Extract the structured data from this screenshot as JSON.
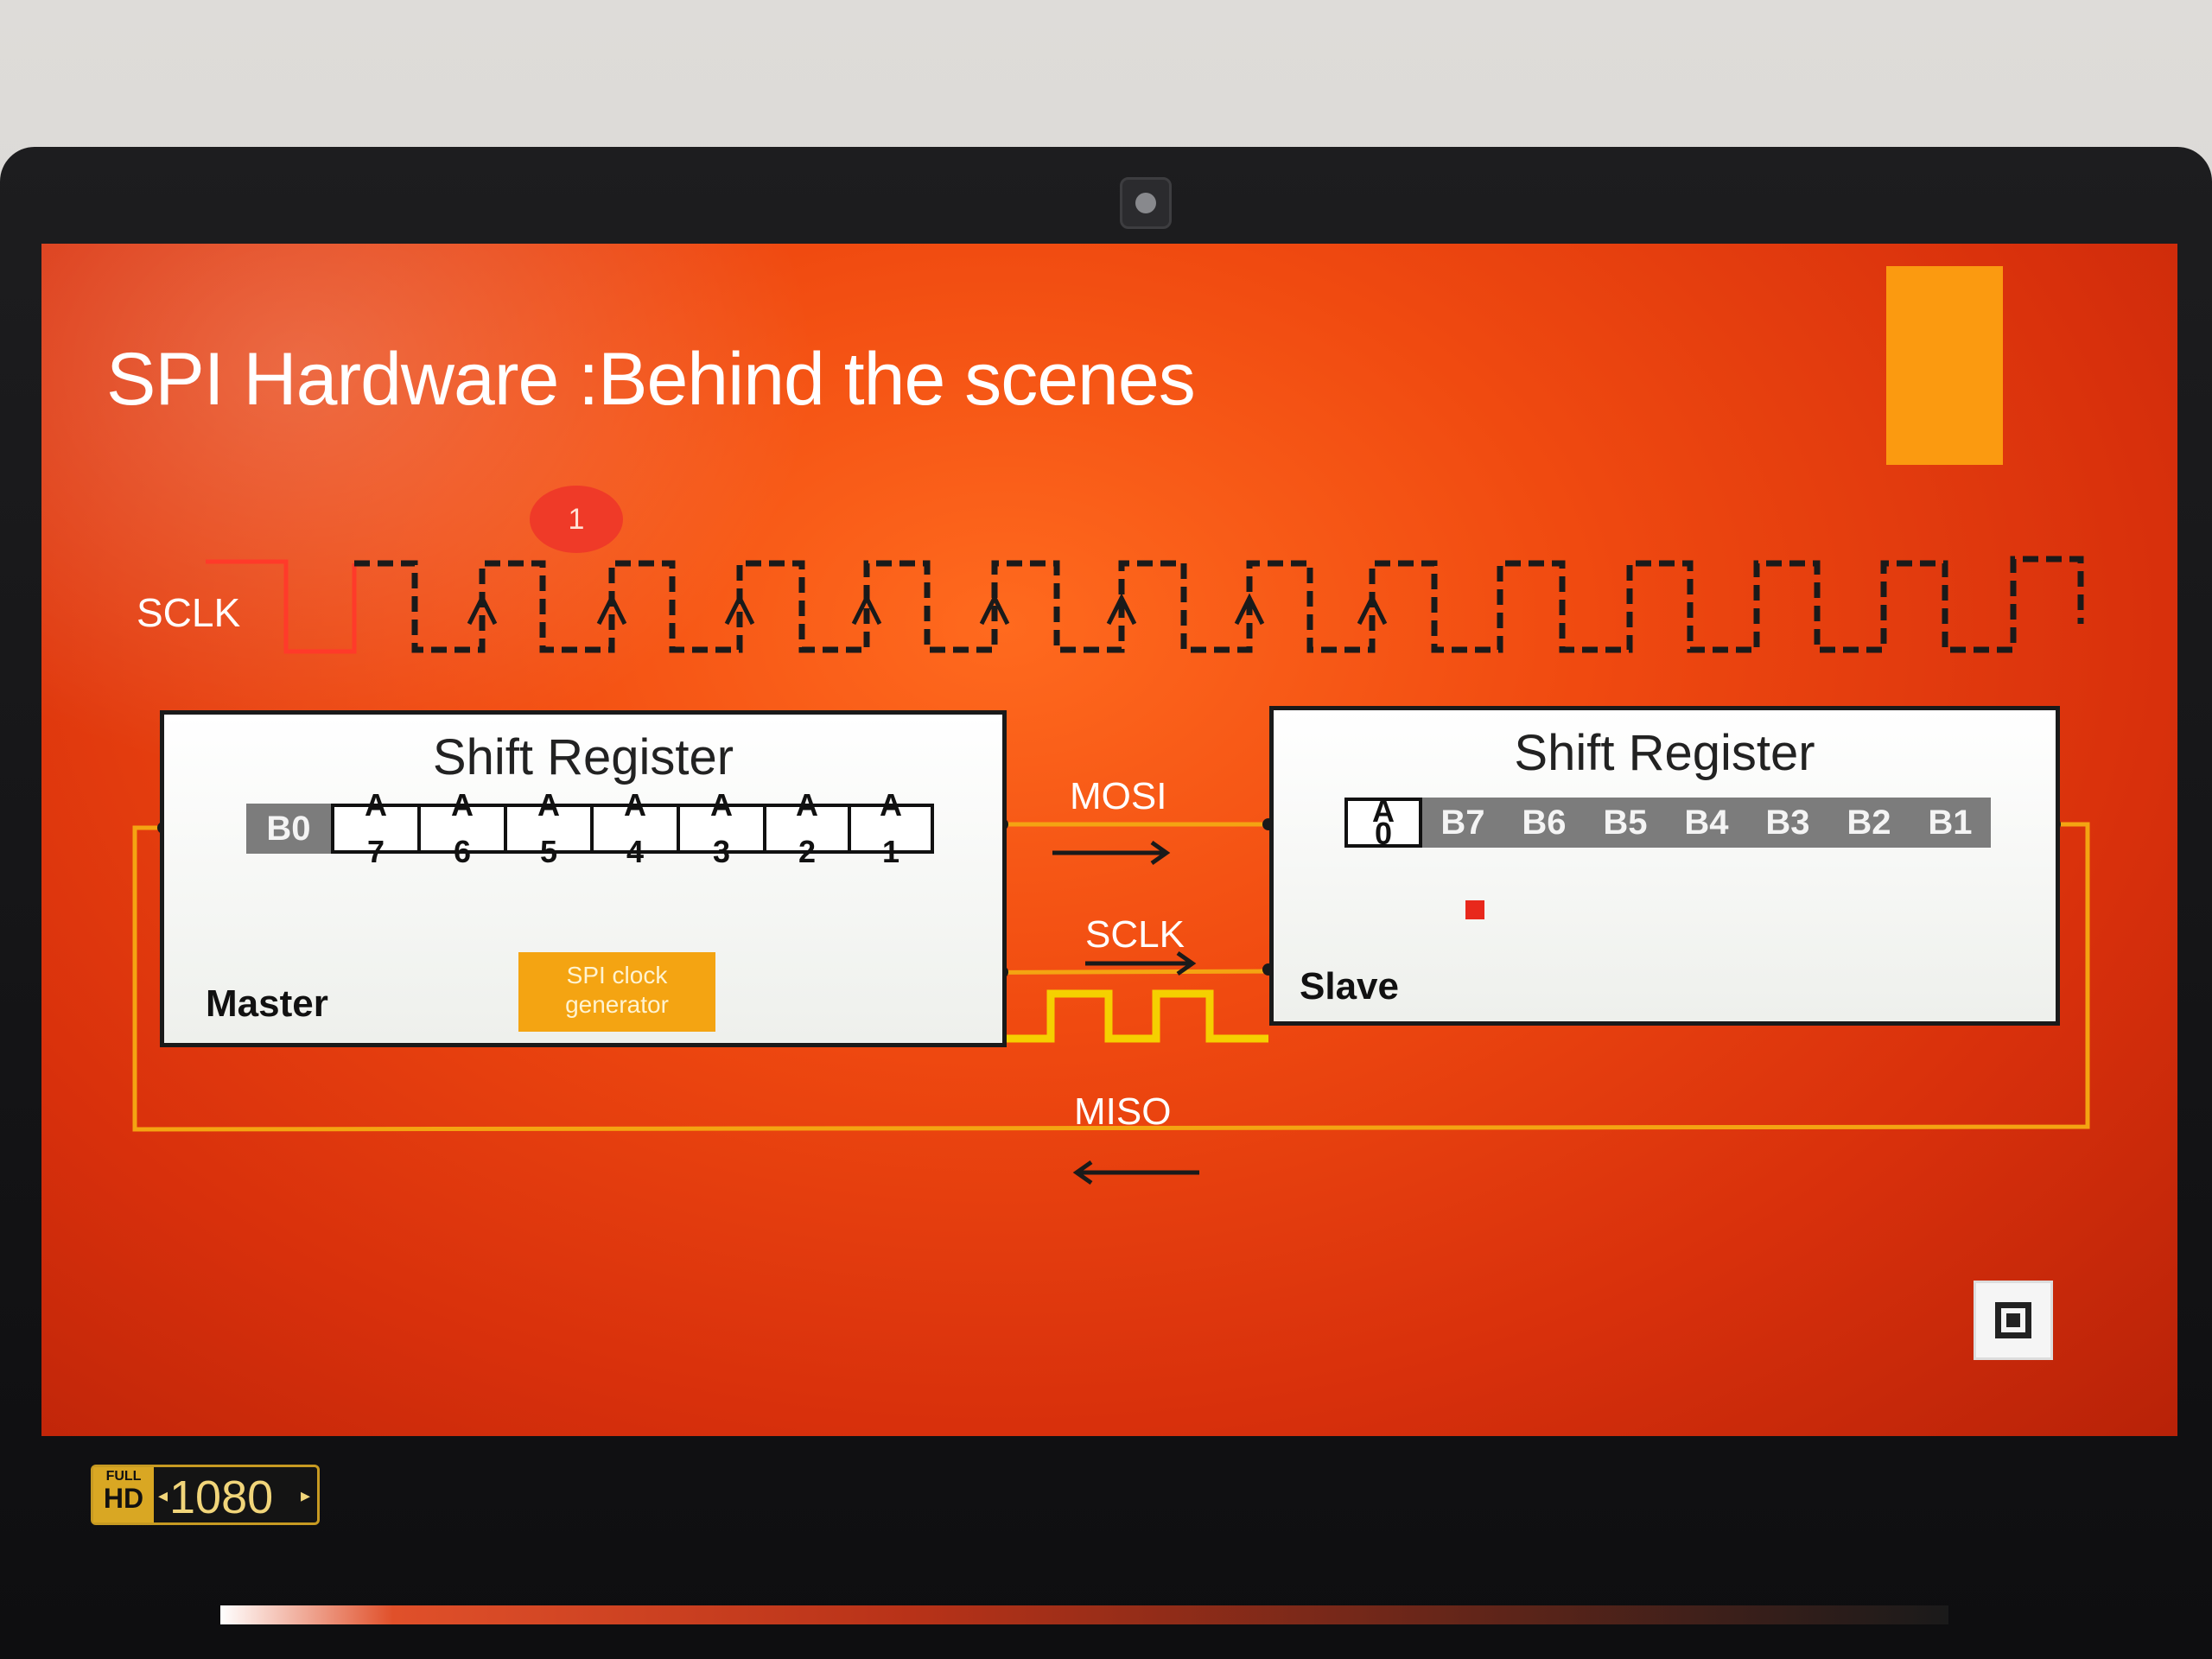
{
  "slide": {
    "title": "SPI Hardware :Behind the scenes",
    "step_badge": "1",
    "sclk_label": "SCLK"
  },
  "master": {
    "box_title": "Shift Register",
    "name": "Master",
    "b0_label": "B0",
    "cells": [
      {
        "letter": "A",
        "number": "7"
      },
      {
        "letter": "A",
        "number": "6"
      },
      {
        "letter": "A",
        "number": "5"
      },
      {
        "letter": "A",
        "number": "4"
      },
      {
        "letter": "A",
        "number": "3"
      },
      {
        "letter": "A",
        "number": "2"
      },
      {
        "letter": "A",
        "number": "1"
      }
    ],
    "clock_generator": {
      "line1": "SPI clock",
      "line2": "generator"
    }
  },
  "slave": {
    "box_title": "Shift Register",
    "name": "Slave",
    "a_cell": {
      "letter": "A",
      "number": "0"
    },
    "b_cells": [
      "B7",
      "B6",
      "B5",
      "B4",
      "B3",
      "B2",
      "B1"
    ]
  },
  "signals": {
    "mosi": "MOSI",
    "sclk": "SCLK",
    "miso": "MISO"
  },
  "hd_badge": {
    "full": "FULL",
    "hd": "HD",
    "resolution": "1080"
  },
  "colors": {
    "slide_bg": "#e8400f",
    "accent_orange": "#f4a412",
    "clock_yellow": "#f5d000",
    "register_gray": "#7c7c7c"
  }
}
